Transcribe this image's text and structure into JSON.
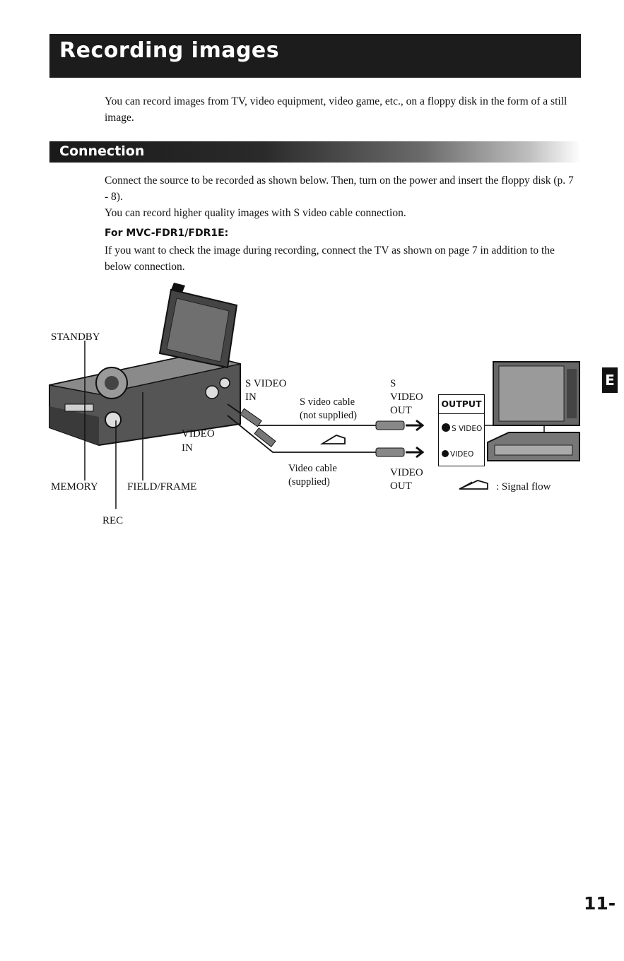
{
  "header": {
    "title": "Recording images"
  },
  "intro": {
    "text": "You can record images from TV, video equipment, video game, etc., on a floppy disk in the form of a still image."
  },
  "section": {
    "title": "Connection",
    "para1": "Connect the source to be recorded as shown below. Then, turn on the power and insert the floppy disk (p. 7 - 8).",
    "para2": "You can record higher quality images with S video cable connection.",
    "model_heading": "For MVC-FDR1/FDR1E:",
    "para3": "If you want to check the image during recording, connect the TV as shown on page 7 in addition to the below connection."
  },
  "diagram": {
    "standby": "STANDBY",
    "memory": "MEMORY",
    "field_frame": "FIELD/FRAME",
    "rec": "REC",
    "s_video_in": "S VIDEO",
    "s_video_in_2": "IN",
    "video_in": "VIDEO",
    "video_in_2": "IN",
    "s_cable": "S video cable",
    "s_cable_2": "(not supplied)",
    "video_cable": "Video cable",
    "video_cable_2": "(supplied)",
    "s_video_out": "S",
    "s_video_out_2": "VIDEO",
    "s_video_out_3": "OUT",
    "video_out": "VIDEO",
    "video_out_2": "OUT",
    "output_title": "OUTPUT",
    "output_s_video": "S VIDEO",
    "output_video": "VIDEO",
    "signal_flow": ": Signal flow"
  },
  "side_tab": "E",
  "page_number": "11-"
}
